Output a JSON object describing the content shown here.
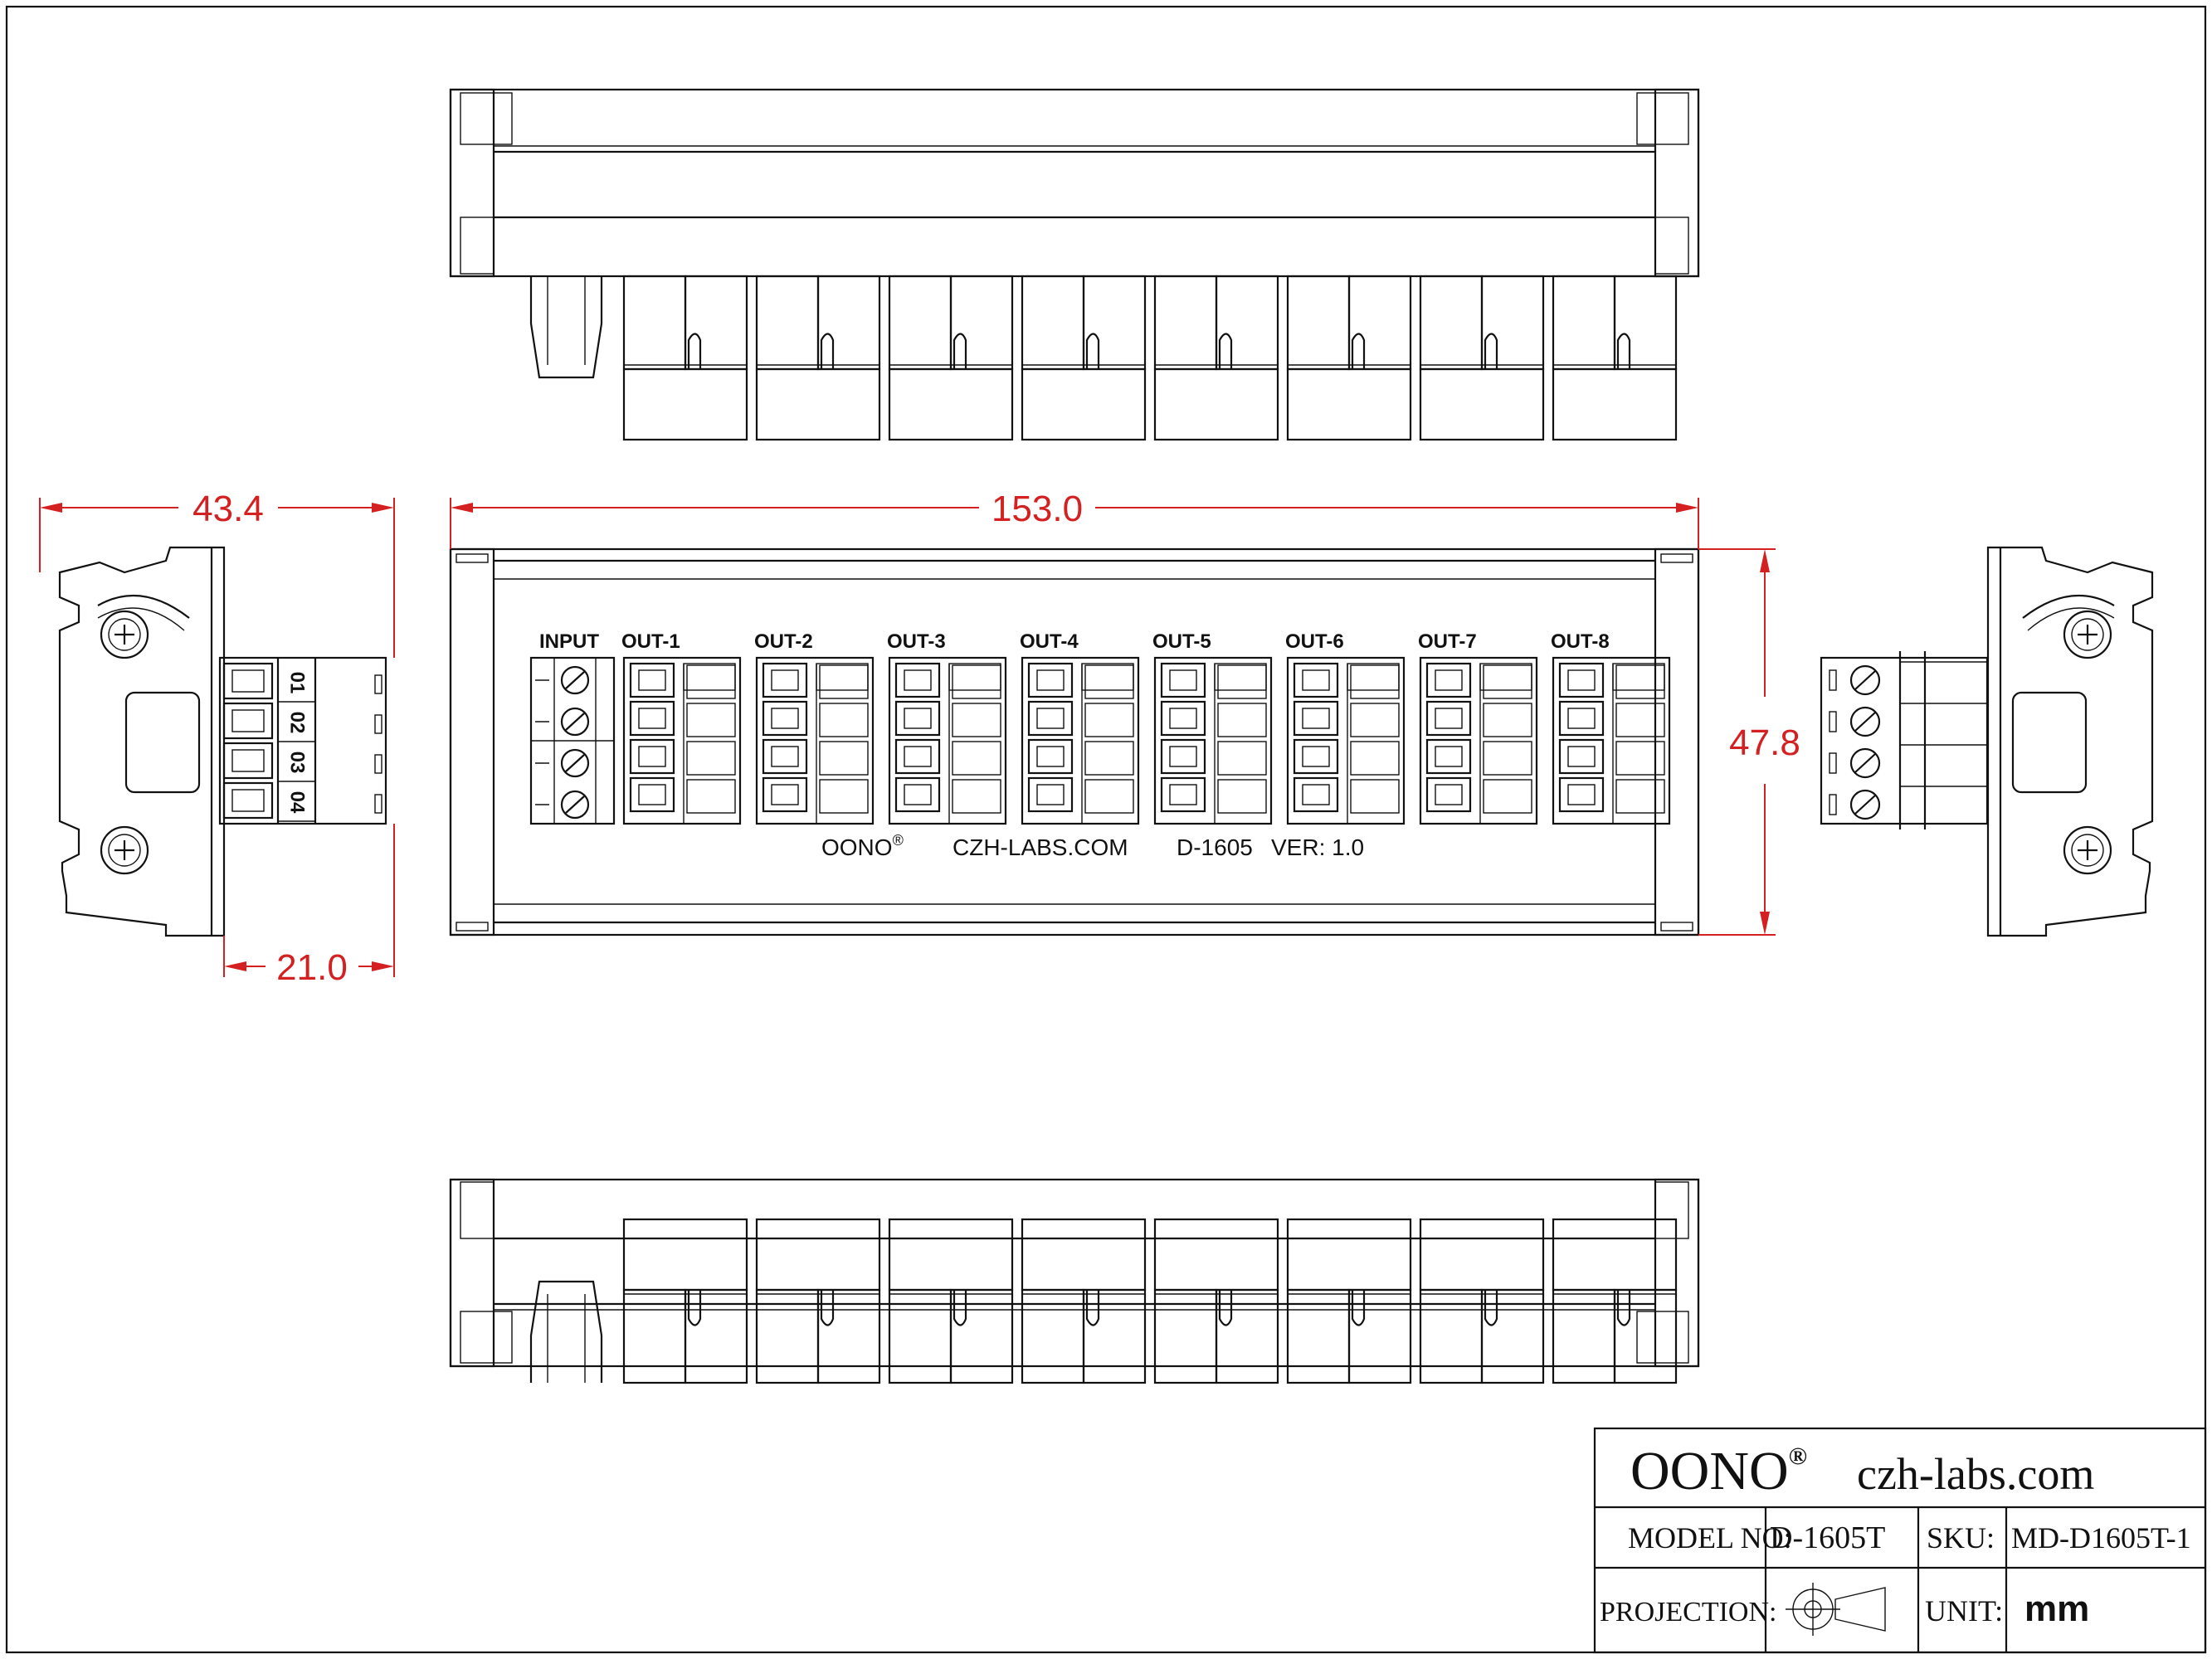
{
  "front_view": {
    "input_label": "INPUT",
    "output_labels": [
      "OUT-1",
      "OUT-2",
      "OUT-3",
      "OUT-4",
      "OUT-5",
      "OUT-6",
      "OUT-7",
      "OUT-8"
    ],
    "brand": "OONO",
    "registered_mark": "®",
    "website": "CZH-LABS.COM",
    "model": "D-1605",
    "version": "VER: 1.0"
  },
  "side_view_left": {
    "pin_labels": [
      "01",
      "02",
      "03",
      "04"
    ]
  },
  "dimensions": {
    "overall_length": "153.0",
    "overall_height": "47.8",
    "side_width": "43.4",
    "side_depth": "21.0"
  },
  "title_block": {
    "brand": "OONO",
    "registered_mark": "®",
    "website": "czh-labs.com",
    "model_label": "MODEL NO:",
    "model_value": "D-1605T",
    "sku_label": "SKU:",
    "sku_value": "MD-D1605T-1",
    "projection_label": "PROJECTION:",
    "unit_label": "UNIT:",
    "unit_value": "mm"
  }
}
